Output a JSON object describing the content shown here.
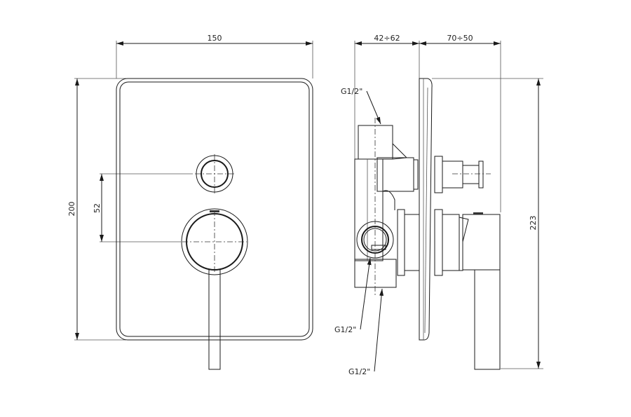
{
  "front_view": {
    "width_label": "150",
    "height_label": "200",
    "spacing_label": "52"
  },
  "side_view": {
    "depth_label": "42÷62",
    "projection_label": "70÷50",
    "total_height_label": "223",
    "connections": [
      {
        "label": "G1/2\""
      },
      {
        "label": "G1/2\""
      },
      {
        "label": "G1/2\""
      }
    ]
  }
}
